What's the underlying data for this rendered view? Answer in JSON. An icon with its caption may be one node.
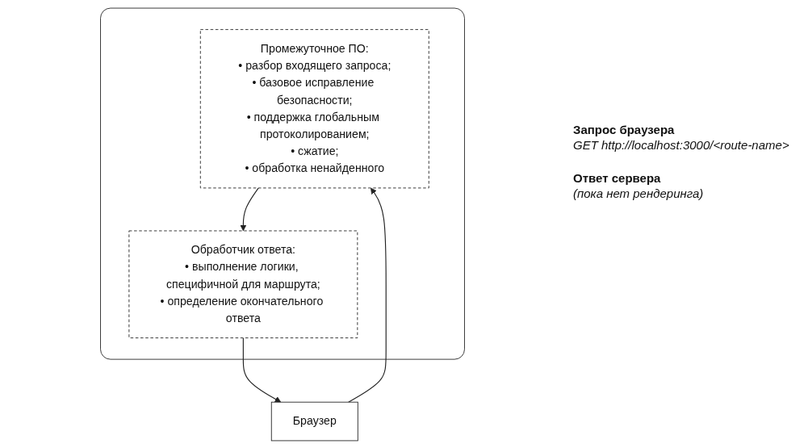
{
  "diagram": {
    "nodes": [
      {
        "text": [],
        "shape": "box"
      },
      {
        "text": [
          "Промежуточное ПО:",
          "• разбор входящего запроса;",
          "• базовое исправление безопасности;",
          "• поддержка глобальным протоколированием;",
          "• сжатие;",
          "• обработка ненайденного"
        ],
        "in": 0
      },
      {
        "text": [
          "Обработчик ответа:",
          "• выполнение логики, специфичной для маршрута;",
          "• определение окончательного ответа"
        ],
        "in": 0
      },
      {
        "text": [
          "Браузер"
        ]
      }
    ],
    "edges": [
      {
        "from": 1,
        "to": 2,
        "arrow": "to"
      },
      {
        "from": 3,
        "to": 1,
        "arrow": "to"
      },
      {
        "from": 2,
        "to": 3,
        "arrow": "to"
      }
    ],
    "labels": [
      "Запрос браузера",
      "GET http://localhost:3000/<route-name>",
      "Ответ сервера",
      "(пока нет рендеринга)"
    ]
  }
}
